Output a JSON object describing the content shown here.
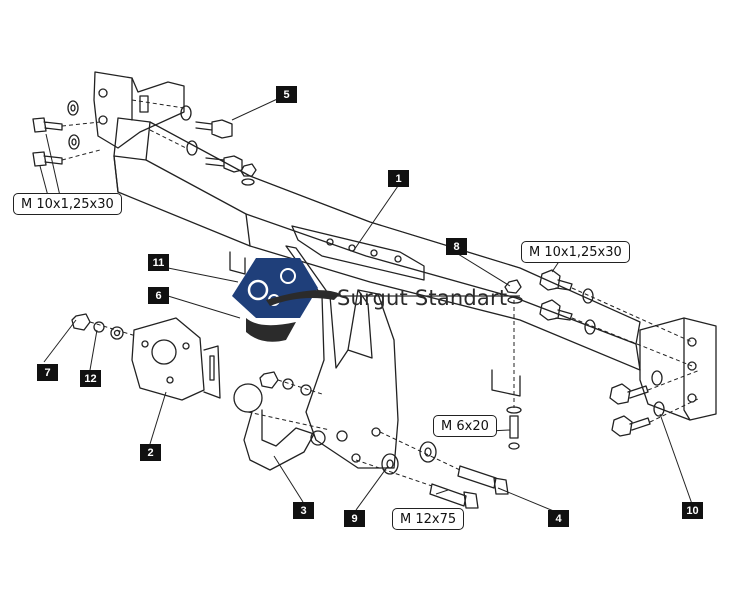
{
  "callouts": {
    "c1": "1",
    "c2": "2",
    "c3": "3",
    "c4": "4",
    "c5": "5",
    "c6": "6",
    "c7": "7",
    "c8": "8",
    "c9": "9",
    "c10": "10",
    "c11": "11",
    "c12": "12"
  },
  "specs": {
    "bolt_left": "M 10x1,25x30",
    "bolt_right": "M 10x1,25x30",
    "bolt_small": "M 6x20",
    "bolt_long": "M 12x75"
  },
  "watermark": {
    "text": "Surgut Standart"
  },
  "colors": {
    "line": "#222222",
    "callout_bg": "#111111",
    "logo_blue": "#1f3f7a",
    "logo_dark": "#2b2b2b"
  }
}
